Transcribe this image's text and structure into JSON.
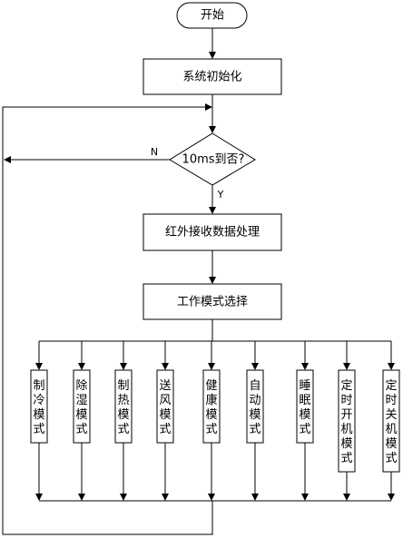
{
  "nodes": {
    "start": "开始",
    "init": "系统初始化",
    "decision": "10ms到否?",
    "ir": "红外接收数据处理",
    "mode_select": "工作模式选择"
  },
  "edge_labels": {
    "no": "N",
    "yes": "Y"
  },
  "modes": [
    "制冷模式",
    "除湿模式",
    "制热模式",
    "送风模式",
    "健康模式",
    "自动模式",
    "睡眠模式",
    "定时开机模式",
    "定时关机模式"
  ]
}
